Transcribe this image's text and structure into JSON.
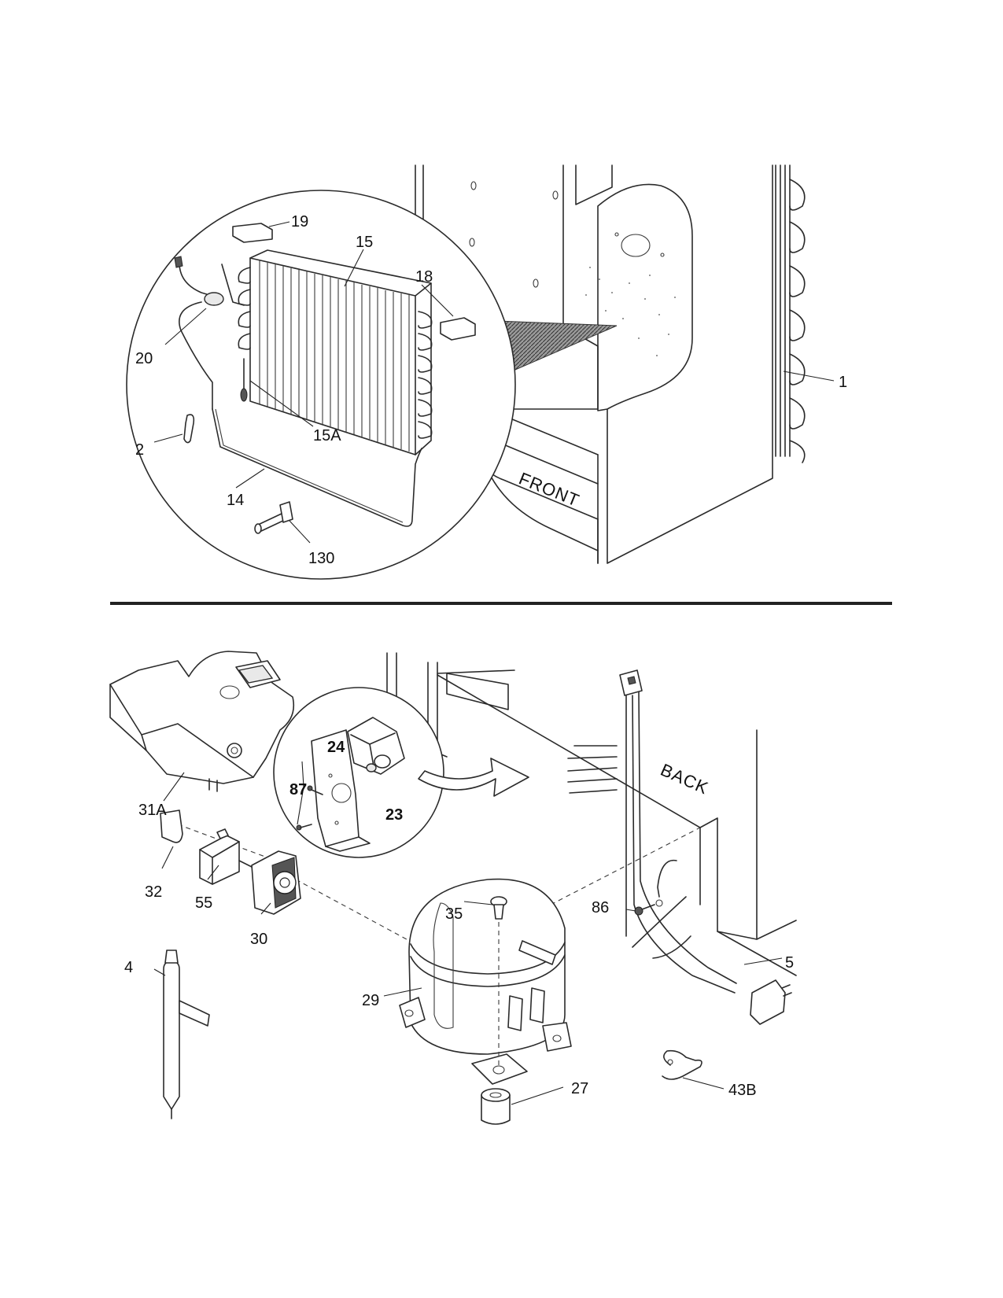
{
  "callouts": {
    "c1": "1",
    "c2": "2",
    "c4": "4",
    "c5": "5",
    "c14": "14",
    "c15": "15",
    "c15A": "15A",
    "c18": "18",
    "c19": "19",
    "c20": "20",
    "c23": "23",
    "c24": "24",
    "c27": "27",
    "c29": "29",
    "c30": "30",
    "c31A": "31A",
    "c32": "32",
    "c35": "35",
    "c43B": "43B",
    "c55": "55",
    "c86": "86",
    "c87": "87",
    "c130": "130"
  },
  "labels": {
    "front": "FRONT",
    "back": "BACK"
  }
}
